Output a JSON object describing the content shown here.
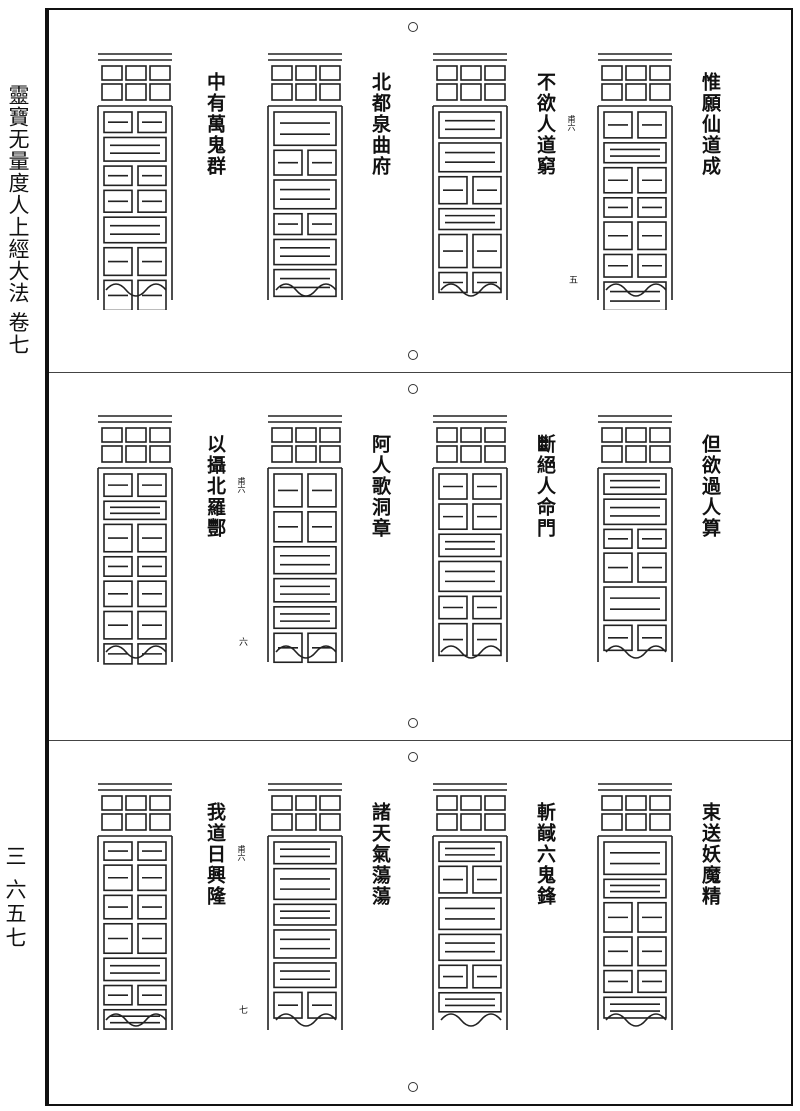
{
  "margin": {
    "title": "靈寶无量度人上經大法 卷七",
    "page": "三 六五七"
  },
  "rows": [
    {
      "columns": [
        {
          "label": "惟願仙道成"
        },
        {
          "label": "不欲人道窮",
          "note": "甫六",
          "num": "五"
        },
        {
          "label": "北都泉曲府"
        },
        {
          "label": "中有萬鬼群"
        }
      ]
    },
    {
      "columns": [
        {
          "label": "但欲過人算"
        },
        {
          "label": "斷絕人命門"
        },
        {
          "label": "阿人歌洞章"
        },
        {
          "label": "以攝北羅酆",
          "note": "甫六",
          "num": "六"
        }
      ]
    },
    {
      "columns": [
        {
          "label": "束送妖魔精"
        },
        {
          "label": "斬馘六鬼鋒"
        },
        {
          "label": "諸天氣蕩蕩"
        },
        {
          "label": "我道日興隆",
          "note": "甫六",
          "num": "七"
        }
      ]
    }
  ]
}
